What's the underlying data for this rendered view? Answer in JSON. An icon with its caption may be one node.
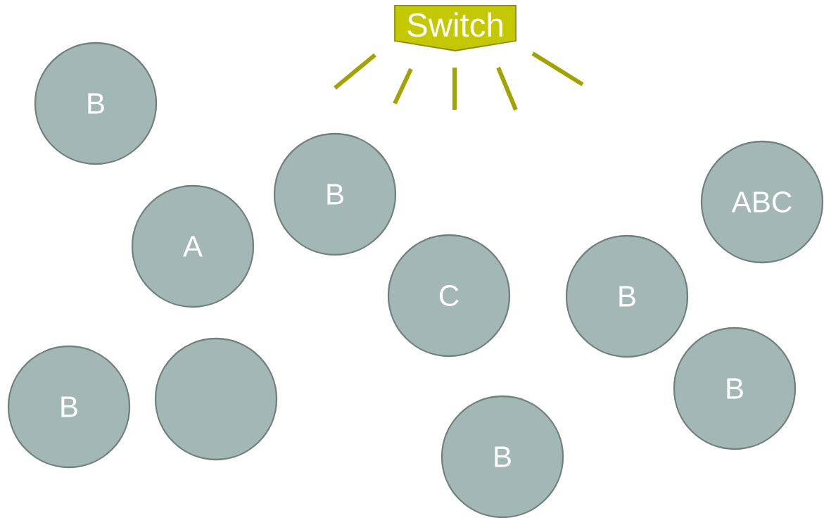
{
  "diagram": {
    "nodes": [
      {
        "text": [
          "Switch"
        ]
      },
      {
        "text": [
          "B"
        ]
      },
      {
        "text": [
          "B"
        ]
      },
      {
        "text": [
          "ABC"
        ]
      },
      {
        "text": [
          "A"
        ]
      },
      {
        "text": [
          "C"
        ]
      },
      {
        "text": [
          "B"
        ]
      },
      {
        "text": [
          "B"
        ]
      },
      {
        "text": [],
        "shape": "circle"
      },
      {
        "text": [
          "B"
        ]
      },
      {
        "text": [
          "B"
        ]
      }
    ]
  }
}
